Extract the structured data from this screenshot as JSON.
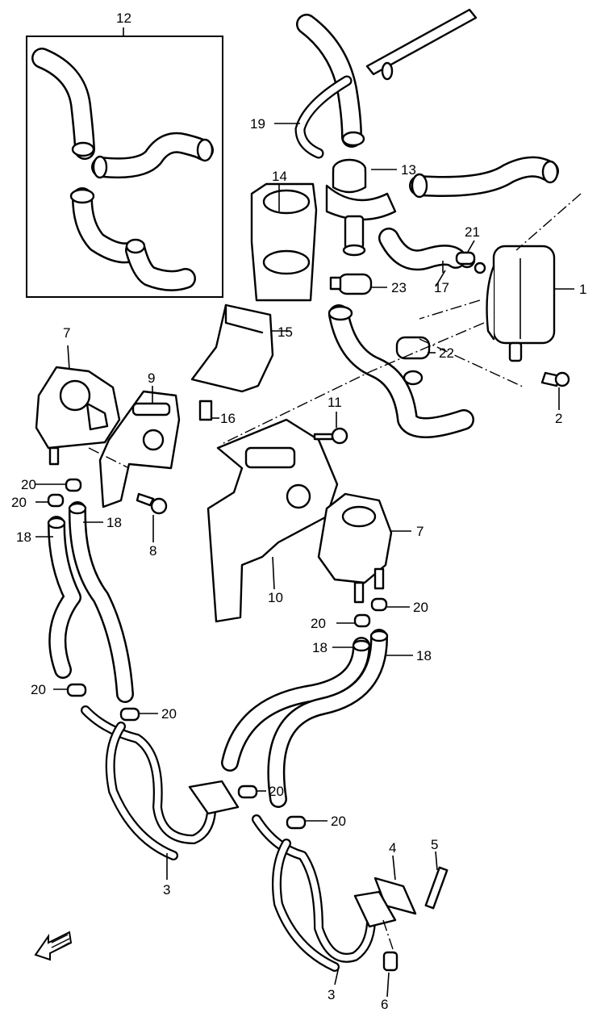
{
  "diagram": {
    "callouts": {
      "c1": "1",
      "c2": "2",
      "c3a": "3",
      "c3b": "3",
      "c4": "4",
      "c5": "5",
      "c6": "6",
      "c7a": "7",
      "c7b": "7",
      "c8": "8",
      "c9": "9",
      "c10": "10",
      "c11": "11",
      "c12": "12",
      "c13": "13",
      "c14": "14",
      "c15": "15",
      "c16": "16",
      "c17": "17",
      "c18a": "18",
      "c18b": "18",
      "c18c": "18",
      "c18d": "18",
      "c19": "19",
      "c20a": "20",
      "c20b": "20",
      "c20c": "20",
      "c20d": "20",
      "c20e": "20",
      "c20f": "20",
      "c20g": "20",
      "c20h": "20",
      "c21": "21",
      "c22": "22",
      "c23": "23"
    },
    "icons": {
      "front_arrow": "front-direction-arrow-icon"
    },
    "colors": {
      "ink": "#000000",
      "paper": "#ffffff"
    }
  }
}
